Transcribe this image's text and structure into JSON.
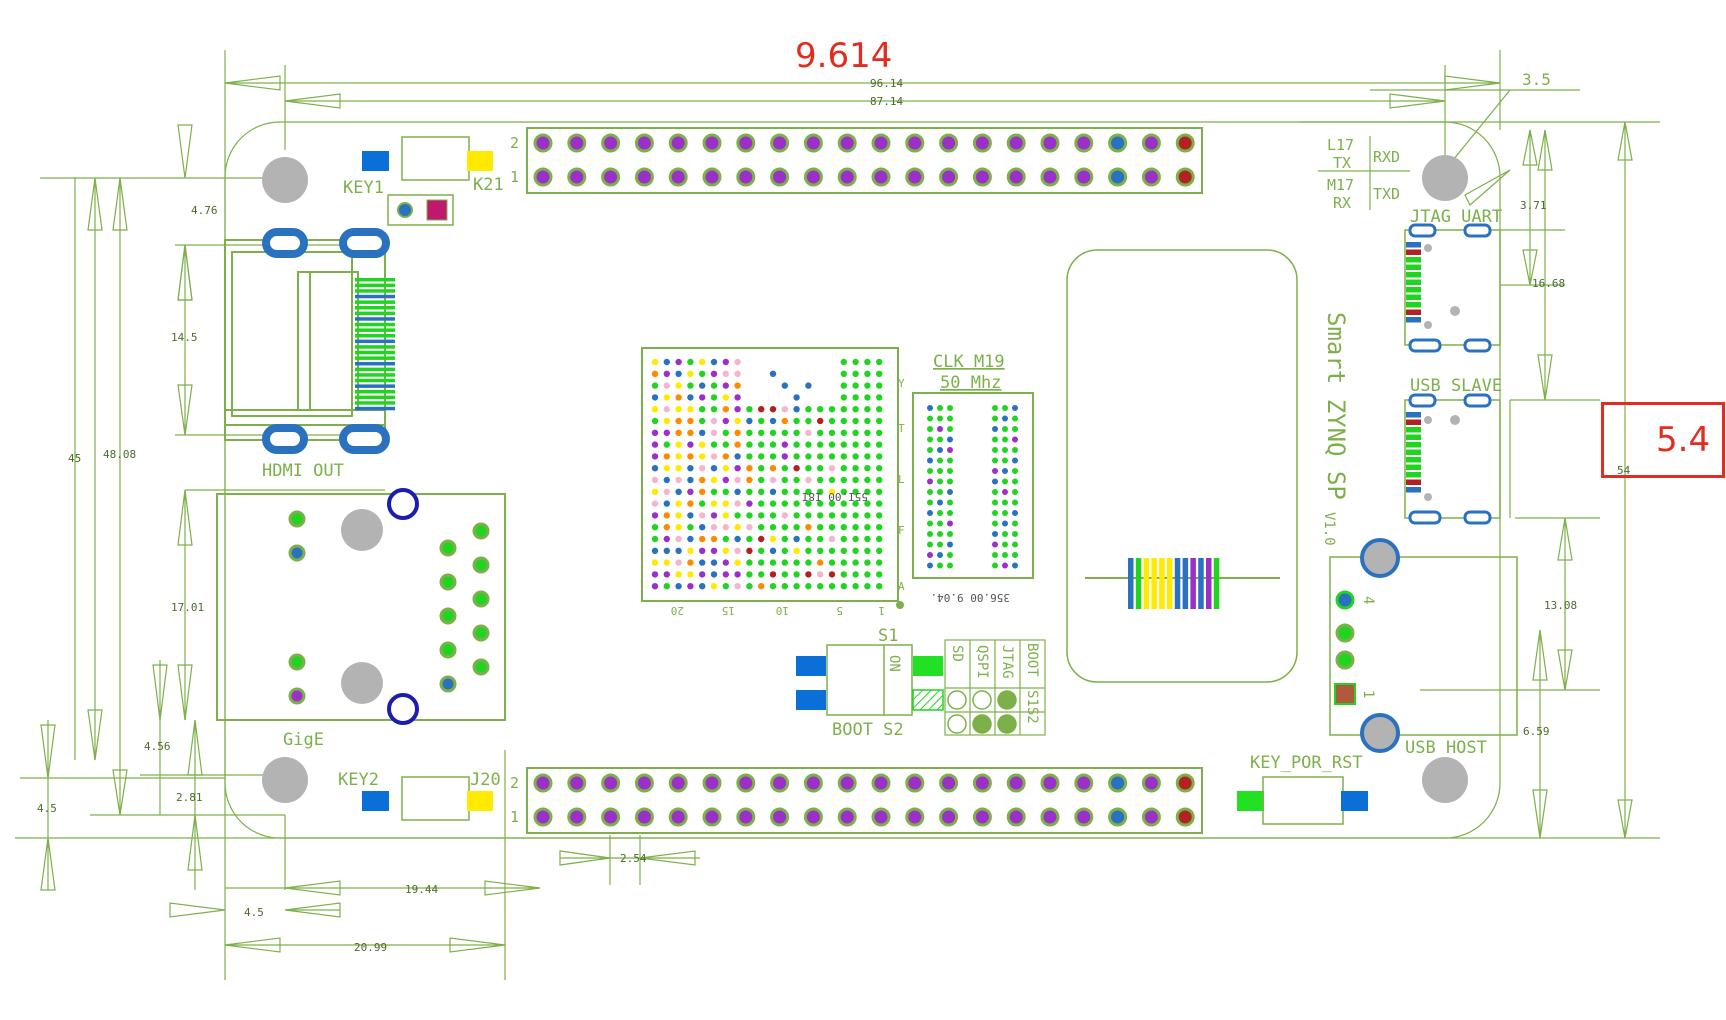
{
  "callouts": {
    "width": "9.614",
    "height": "5.4"
  },
  "dims": {
    "d_96_14": "96.14",
    "d_87_14": "87.14",
    "d_3_5": "3.5",
    "d_54": "54",
    "d_3_71": "3.71",
    "d_16_68": "16.68",
    "d_13_08": "13.08",
    "d_6_59": "6.59",
    "d_4_76": "4.76",
    "d_14_5": "14.5",
    "d_45": "45",
    "d_48_08": "48.08",
    "d_17_01": "17.01",
    "d_4_56": "4.56",
    "d_2_81": "2.81",
    "d_4_5_left": "4.5",
    "d_19_44": "19.44",
    "d_4_5_bottom": "4.5",
    "d_20_99": "20.99",
    "d_2_54": "2.54"
  },
  "labels": {
    "key1": "KEY1",
    "k21": "K21",
    "key2": "KEY2",
    "j20": "J20",
    "hdmi": "HDMI OUT",
    "gige": "GigE",
    "jtag_uart": "JTAG UART",
    "usb_slave": "USB SLAVE",
    "usb_host": "USB HOST",
    "l17": "L17",
    "tx": "TX",
    "m17": "M17",
    "rx": "RX",
    "rxd": "RXD",
    "txd": "TXD",
    "clk": "CLK M19",
    "mhz": "50 Mhz",
    "boot_s2": "BOOT S2",
    "s1": "S1",
    "on": "ON",
    "sd": "SD",
    "qspi": "QSPI",
    "jtag": "JTAG",
    "boot": "BOOT",
    "s1s2": "S1S2",
    "key_por_rst": "KEY_POR_RST",
    "brand": "Smart ZYNQ SP",
    "version": "V1.0",
    "pin1": "1",
    "pin2": "2",
    "pin4": "4",
    "chip_mark": "55I.00 I8I",
    "mem_mark": "356.00 9.04.",
    "ax_y": "Y",
    "ax_t": "T",
    "ax_l": "L",
    "ax_f": "F",
    "ax_a": "A",
    "ax_20": "20",
    "ax_15": "15",
    "ax_10": "10",
    "ax_5": "5",
    "ax_1": "1"
  },
  "colors": {
    "line": "#7db04a",
    "pin_purple": "#9b30c8",
    "pin_blue": "#2a72c0",
    "pin_red": "#b22222",
    "pin_green": "#22d422",
    "pin_brown": "#b05a3c",
    "button_blue": "#0a6fd6",
    "button_yellow": "#ffea00",
    "button_green": "#22e022",
    "mount_hole": "#b3b3b3",
    "callout_red": "#e32b20"
  }
}
